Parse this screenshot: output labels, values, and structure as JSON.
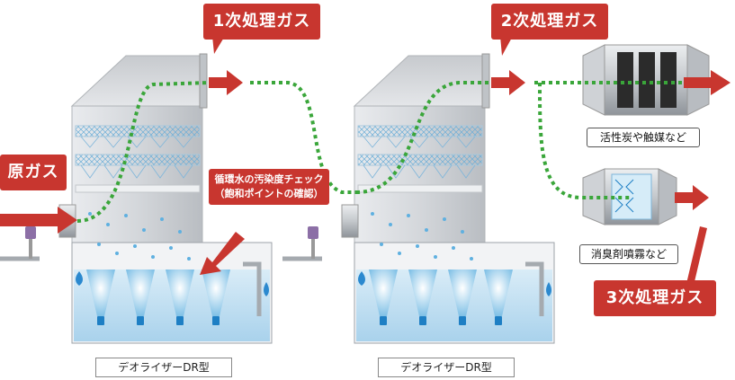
{
  "labels": {
    "raw_gas": "原ガス",
    "first_gas": "1次処理ガス",
    "second_gas": "2次処理ガス",
    "third_gas": "3次処理ガス",
    "check_line1": "循環水の汚染度チェック",
    "check_line2": "（飽和ポイントの確認）",
    "activated_carbon": "活性炭や触媒など",
    "deodorant_spray": "消臭剤噴霧など",
    "unit_left": "デオライザーDR型",
    "unit_right": "デオライザーDR型"
  },
  "colors": {
    "badge_red": "#c8362f",
    "arrow_red": "#c8362f",
    "flow_green": "#3aa63a",
    "water_blue": "#4aa3d8",
    "tank_water": "#cfe6f4",
    "housing_gray": "#d4d7db",
    "housing_dark": "#9ea3a9"
  },
  "icons": {
    "flow_arrow": "right-arrow-icon",
    "nozzle": "spray-nozzle-icon",
    "gauge": "pressure-gauge-icon",
    "droplet": "water-drop-icon"
  }
}
